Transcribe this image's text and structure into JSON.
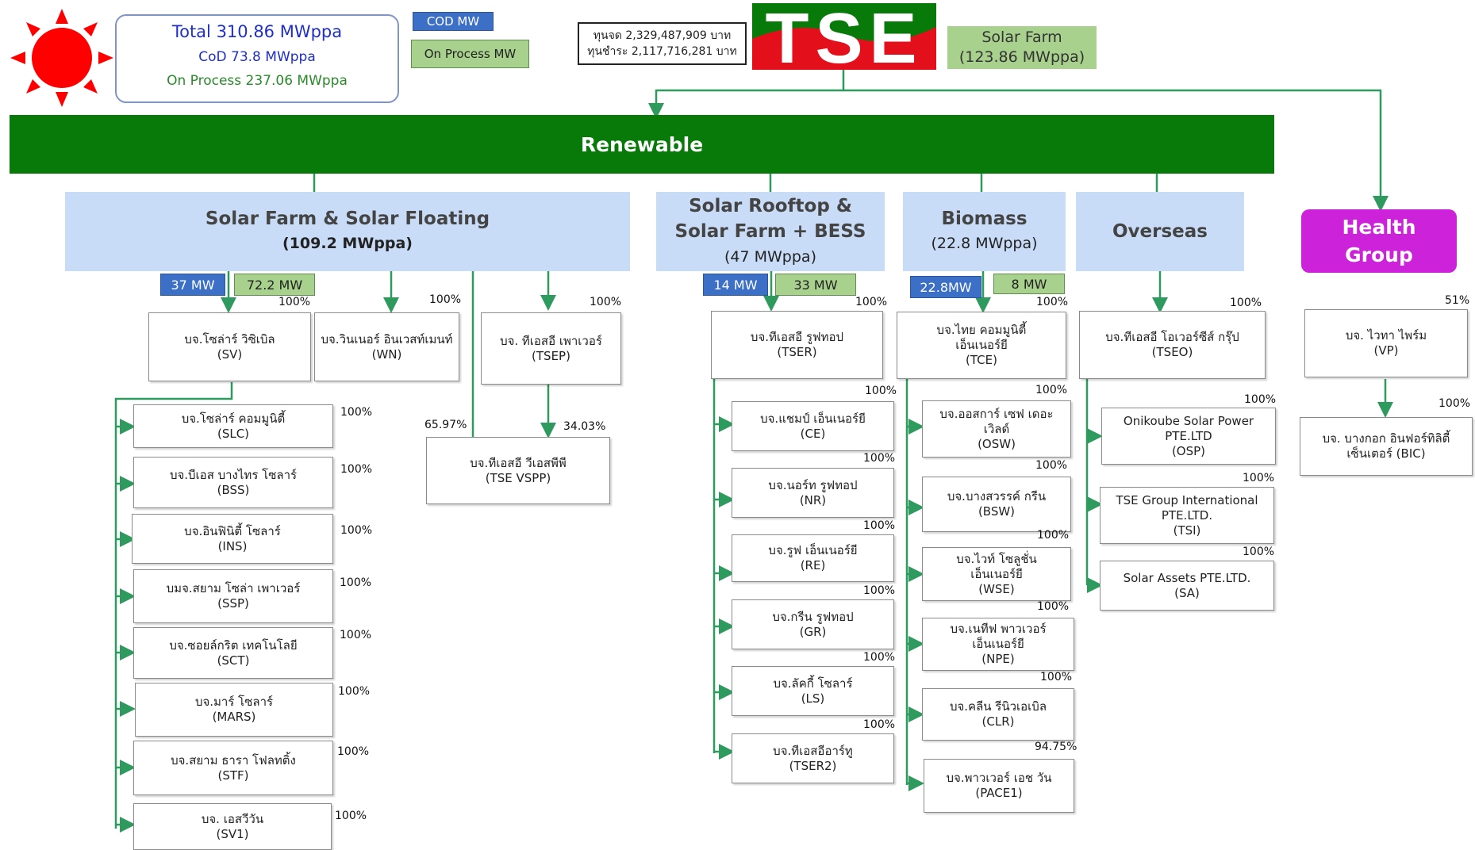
{
  "summary": {
    "total": "Total 310.86 MWppa",
    "cod": "CoD 73.8 MWppa",
    "process": "On Process 237.06 MWppa"
  },
  "legend": {
    "cod": "COD MW",
    "process": "On Process MW"
  },
  "capital": {
    "registered": "ทุนจด 2,329,487,909 บาท",
    "paid": "ทุนชำระ 2,117,716,281 บาท"
  },
  "logo": {
    "letters": "TSE"
  },
  "solar_farm": {
    "line1": "Solar Farm",
    "line2": "(123.86 MWppa)"
  },
  "renewable": "Renewable",
  "health_group": {
    "line1": "Health",
    "line2": "Group"
  },
  "categories": {
    "solar_farm": {
      "title": "Solar Farm & Solar Floating",
      "sub": "(109.2 MWppa)"
    },
    "rooftop": {
      "line1": "Solar Rooftop &",
      "line2": "Solar Farm + BESS",
      "sub": "(47 MWppa)"
    },
    "biomass": {
      "title": "Biomass",
      "sub": "(22.8 MWppa)"
    },
    "overseas": {
      "title": "Overseas"
    }
  },
  "mw_tags": {
    "sf_cod": "37 MW",
    "sf_proc": "72.2 MW",
    "rt_cod": "14 MW",
    "rt_proc": "33 MW",
    "bm_cod": "22.8MW",
    "bm_proc": "8 MW"
  },
  "companies": {
    "sv": {
      "name": "บจ.โซล่าร์ วิซิเบิล",
      "code": "(SV)",
      "pct": "100%"
    },
    "wn": {
      "name": "บจ.วินเนอร์ อินเวสท์เมนท์",
      "code": "(WN)",
      "pct": "100%"
    },
    "tsep": {
      "name": "บจ. ทีเอสอี เพาเวอร์",
      "code": "(TSEP)",
      "pct": "100%"
    },
    "vspp": {
      "name": "บจ.ทีเอสอี วีเอสพีพี",
      "code": "(TSE VSPP)",
      "pct_left": "65.97%",
      "pct_right": "34.03%"
    },
    "sv_subs": [
      {
        "name": "บจ.โซล่าร์ คอมมูนิตี้",
        "code": "(SLC)",
        "pct": "100%"
      },
      {
        "name": "บจ.บีเอส บางไทร โซลาร์",
        "code": "(BSS)",
        "pct": "100%"
      },
      {
        "name": "บจ.อินฟินิตี้ โซลาร์",
        "code": "(INS)",
        "pct": "100%"
      },
      {
        "name": "บมจ.สยาม โซล่า เพาเวอร์",
        "code": "(SSP)",
        "pct": "100%"
      },
      {
        "name": "บจ.ซอยล์กริต เทคโนโลยี",
        "code": "(SCT)",
        "pct": "100%"
      },
      {
        "name": "บจ.มาร์ โซลาร์",
        "code": "(MARS)",
        "pct": "100%"
      },
      {
        "name": "บจ.สยาม ธารา โฟลทติ้ง",
        "code": "(STF)",
        "pct": "100%"
      },
      {
        "name": "บจ. เอสวีวัน",
        "code": "(SV1)",
        "pct": "100%"
      }
    ],
    "tser": {
      "name": "บจ.ทีเอสอี รูฟทอป",
      "code": "(TSER)",
      "pct": "100%"
    },
    "tser_subs": [
      {
        "name": "บจ.แชมป์ เอ็นเนอร์ยี",
        "code": "(CE)",
        "pct": "100%"
      },
      {
        "name": "บจ.นอร์ท รูฟทอป",
        "code": "(NR)",
        "pct": "100%"
      },
      {
        "name": "บจ.รูฟ เอ็นเนอร์ยี",
        "code": "(RE)",
        "pct": "100%"
      },
      {
        "name": "บจ.กรีน รูฟทอป",
        "code": "(GR)",
        "pct": "100%"
      },
      {
        "name": "บจ.ลัคกี้ โซลาร์",
        "code": "(LS)",
        "pct": "100%"
      },
      {
        "name": "บจ.ทีเอสอีอาร์ทู",
        "code": "(TSER2)",
        "pct": "100%"
      }
    ],
    "tce": {
      "line1": "บจ.ไทย คอมมูนิตี้",
      "line2": "เอ็นเนอร์ยี",
      "code": "(TCE)",
      "pct": "100%"
    },
    "tce_subs": [
      {
        "line1": "บจ.ออสการ์ เซฟ เดอะ",
        "line2": "เวิลด์",
        "code": "(OSW)",
        "pct": "100%"
      },
      {
        "line1": "บจ.บางสวรรค์ กรีน",
        "line2": "",
        "code": "(BSW)",
        "pct": "100%"
      },
      {
        "line1": "บจ.ไวท์ โซลูชั่น",
        "line2": "เอ็นเนอร์ยี",
        "code": "(WSE)",
        "pct": "100%"
      },
      {
        "line1": "บจ.เนทีฟ พาวเวอร์",
        "line2": "เอ็นเนอร์ยี",
        "code": "(NPE)",
        "pct": "100%"
      },
      {
        "line1": "บจ.คลีน รีนิวเอเบิล",
        "line2": "",
        "code": "(CLR)",
        "pct": "100%"
      },
      {
        "line1": "บจ.พาวเวอร์ เอช วัน",
        "line2": "",
        "code": "(PACE1)",
        "pct": "94.75%"
      }
    ],
    "tseo": {
      "name": "บจ.ทีเอสอี โอเวอร์ซีส์ กรุ๊ป",
      "code": "(TSEO)",
      "pct": "100%"
    },
    "tseo_subs": [
      {
        "line1": "Onikoube Solar Power",
        "line2": "PTE.LTD",
        "code": "(OSP)",
        "pct": "100%"
      },
      {
        "line1": "TSE Group International",
        "line2": "PTE.LTD.",
        "code": "(TSI)",
        "pct": "100%"
      },
      {
        "line1": "Solar Assets PTE.LTD.",
        "line2": "",
        "code": "(SA)",
        "pct": "100%"
      }
    ],
    "vp": {
      "name": "บจ. ไวทา ไพร์ม",
      "code": "(VP)",
      "pct": "51%"
    },
    "bic": {
      "line1": "บจ. บางกอก อินฟอร์ทิลิตี้",
      "line2": "เซ็นเตอร์ (BIC)",
      "pct": "100%"
    }
  },
  "colors": {
    "green_dark": "#087a0a",
    "line_green": "#2e9a5e",
    "magenta": "#cc22d9",
    "light_blue": "#c9dcf7",
    "cod_blue": "#3c6fc6",
    "process_green": "#a9d18e"
  }
}
